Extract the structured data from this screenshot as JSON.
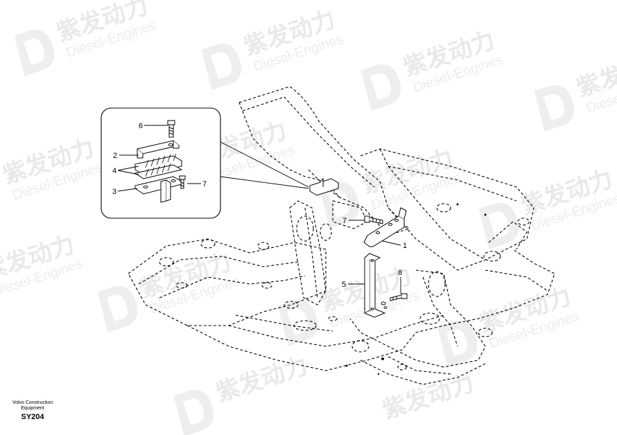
{
  "watermark": {
    "brand_cn": "紫发动力",
    "brand_en": "Diesel-Engines"
  },
  "callouts": {
    "c1": "1",
    "c2": "2",
    "c3": "3",
    "c4": "4",
    "c5": "5",
    "c6": "6",
    "c7_detail": "7",
    "c7_main": "7",
    "c8": "8"
  },
  "caption": {
    "line1": "Volvo Construction",
    "line2": "Equipment",
    "code": "SY204"
  }
}
